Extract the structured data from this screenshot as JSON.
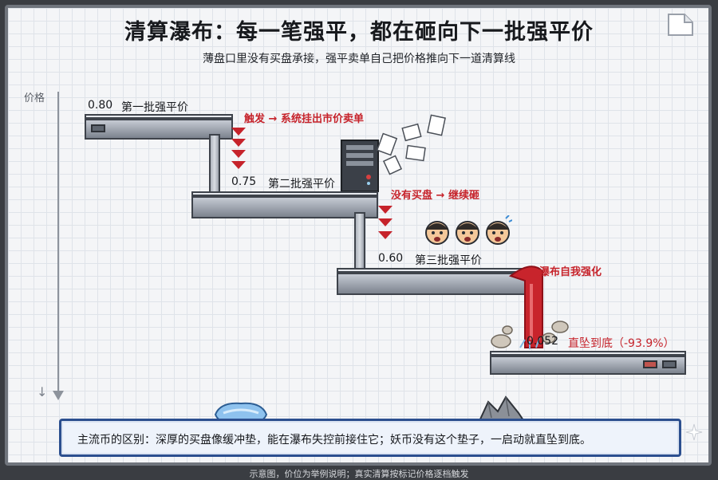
{
  "header": {
    "title": "清算瀑布：每一笔强平，都在砸向下一批强平价",
    "subtitle": "薄盘口里没有买盘承接，强平卖单自己把价格推向下一道清算线"
  },
  "axis": {
    "label": "价格"
  },
  "levels": [
    {
      "price": "0.80",
      "label": "第一批强平价"
    },
    {
      "price": "0.75",
      "label": "第二批强平价"
    },
    {
      "price": "0.60",
      "label": "第三批强平价"
    },
    {
      "price": "0.052",
      "label": "直坠到底（-93.9%）"
    }
  ],
  "annotations": {
    "trigger": "触发 → 系统挂出市价卖单",
    "no_bids": "没有买盘 → 继续砸",
    "self_reinforce": "瀑布自我强化"
  },
  "callout": {
    "text": "主流币的区别：深厚的买盘像缓冲垫，能在瀑布失控前接住它；妖币没有这个垫子，一启动就直坠到底。"
  },
  "footer": {
    "text": "示意图，价位为举例说明；真实清算按标记价格逐档触发"
  },
  "colors": {
    "accent_red": "#c6232b",
    "callout_border": "#2c4f8f",
    "ledge": "#9aa0aa"
  }
}
